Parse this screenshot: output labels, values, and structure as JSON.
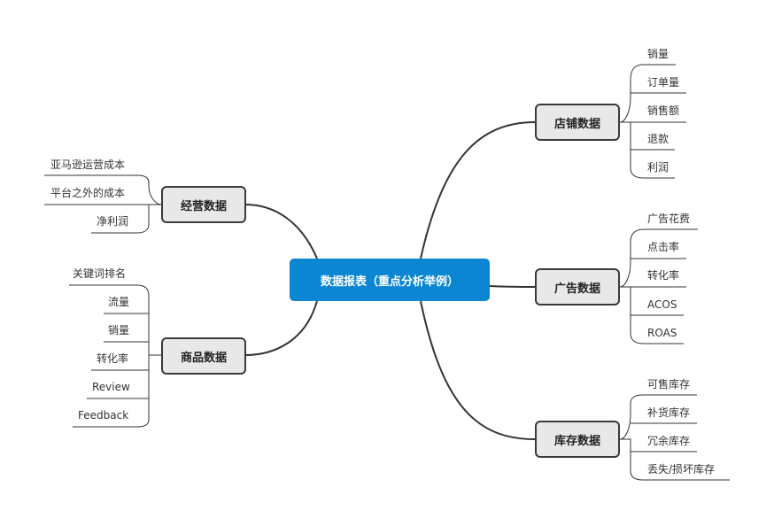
{
  "root": {
    "label": "数据报表（重点分析举例）"
  },
  "branches": {
    "store": {
      "label": "店铺数据",
      "items": [
        "销量",
        "订单量",
        "销售额",
        "退款",
        "利润"
      ]
    },
    "ads": {
      "label": "广告数据",
      "items": [
        "广告花费",
        "点击率",
        "转化率",
        "ACOS",
        "ROAS"
      ]
    },
    "inventory": {
      "label": "库存数据",
      "items": [
        "可售库存",
        "补货库存",
        "冗余库存",
        "丢失/损坏库存"
      ]
    },
    "operations": {
      "label": "经营数据",
      "items": [
        "亚马逊运营成本",
        "平台之外的成本",
        "净利润"
      ]
    },
    "product": {
      "label": "商品数据",
      "items": [
        "关键词排名",
        "流量",
        "销量",
        "转化率",
        "Review",
        "Feedback"
      ]
    }
  },
  "colors": {
    "root_fill": "#0a86d3",
    "branch_fill": "#e8e8e8",
    "branch_border": "#3a3a3a",
    "line": "#333333"
  }
}
